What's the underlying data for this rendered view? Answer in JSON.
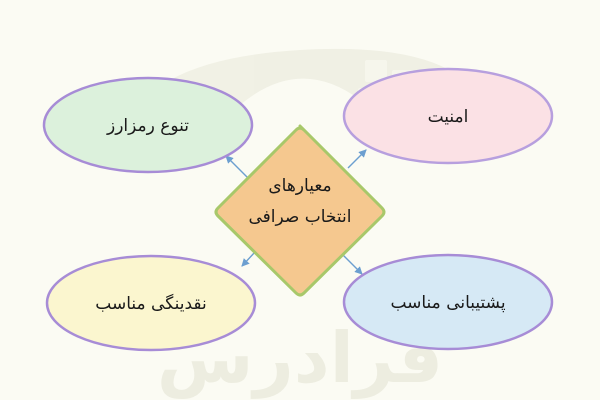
{
  "diagram": {
    "center": {
      "line1": "معیارهای",
      "line2": "انتخاب صرافی",
      "fill": "#f5c88f",
      "stroke": "#a8c86a"
    },
    "nodes": {
      "top_left": {
        "label": "تنوع رمزارز",
        "fill": "#dcf1dc",
        "stroke": "#a78cd6"
      },
      "top_right": {
        "label": "امنیت",
        "fill": "#fbe1e5",
        "stroke": "#b79fde"
      },
      "bottom_left": {
        "label": "نقدینگی مناسب",
        "fill": "#fbf6cf",
        "stroke": "#a78cd6"
      },
      "bottom_right": {
        "label": "پشتیبانی مناسب",
        "fill": "#d6e9f5",
        "stroke": "#a78cd6"
      }
    },
    "arrow_color": "#6c9fd0",
    "watermark": {
      "text": "فرادرس",
      "color": "#ececdf"
    }
  }
}
